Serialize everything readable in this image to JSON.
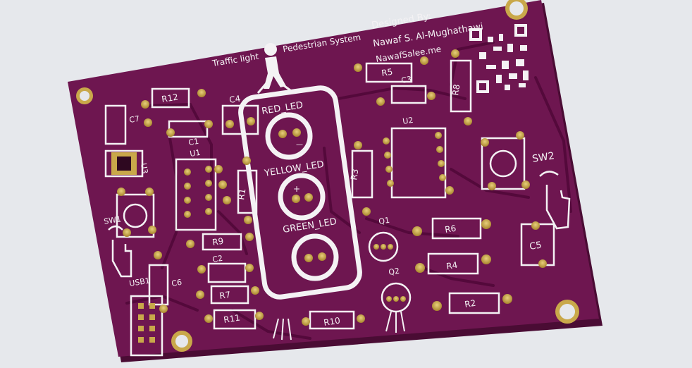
{
  "board": {
    "title_left": "Traffic light",
    "title_right": "Pedestrian System",
    "designed_by": "Designed By:",
    "author": "Nawaf S. Al-Mughathawi",
    "website": "NawafSalee.me"
  },
  "leds": {
    "red": "RED_LED",
    "yellow": "YELLOW_LED",
    "green": "GREEN_LED",
    "plus": "+",
    "minus": "—"
  },
  "refs": {
    "r12": "R12",
    "c7": "C7",
    "c1": "C1",
    "u1": "U1",
    "c4": "C4",
    "r1": "R1",
    "u3": "U3",
    "sw1": "SW1",
    "usb1": "USB1",
    "c6": "C6",
    "r9": "R9",
    "c2": "C2",
    "r7": "R7",
    "r11": "R11",
    "r10": "R10",
    "r5": "R5",
    "c3": "C3",
    "u2": "U2",
    "r8": "R8",
    "r3": "R3",
    "q1": "Q1",
    "q2": "Q2",
    "r6": "R6",
    "r4": "R4",
    "r2": "R2",
    "sw2": "SW2",
    "c5": "C5"
  },
  "colors": {
    "background": "#e6e8ec",
    "pcb": "#6e1650",
    "pcb_edge": "#4a0c34",
    "copper_trace": "#5a0f41",
    "pad": "#c9a84a",
    "silkscreen": "#f4f2f4"
  }
}
